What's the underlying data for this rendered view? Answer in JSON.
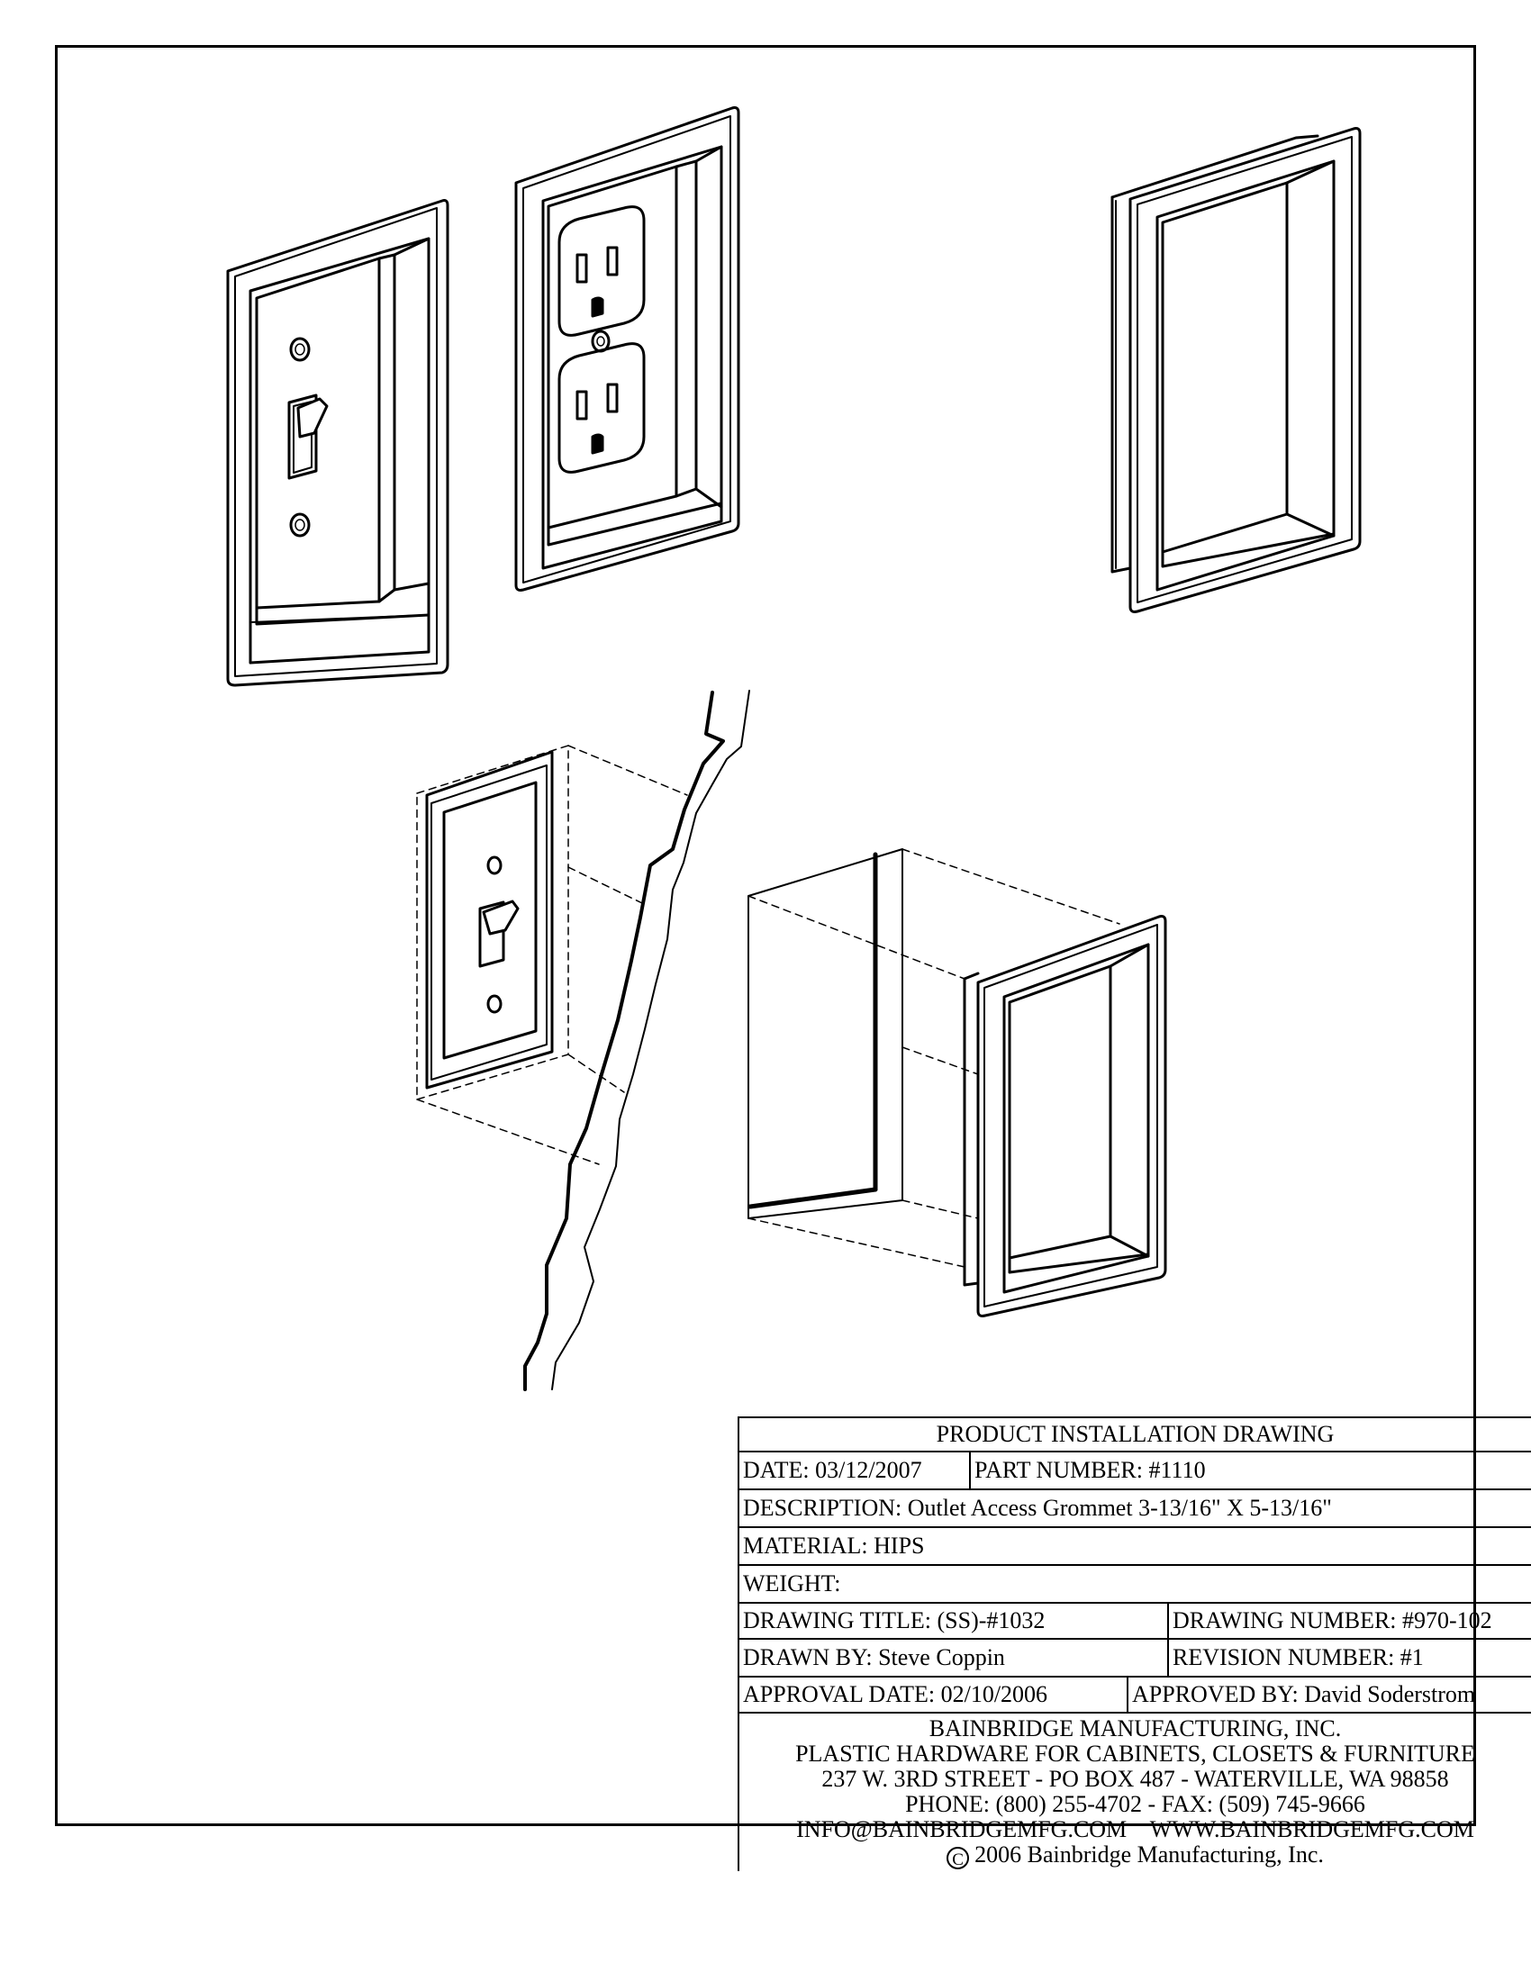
{
  "title_block": {
    "heading": "PRODUCT INSTALLATION DRAWING",
    "date": "DATE: 03/12/2007",
    "part_number": "PART NUMBER: #1110",
    "description": "DESCRIPTION: Outlet Access Grommet 3-13/16\" X 5-13/16\"",
    "material": "MATERIAL: HIPS",
    "weight": "WEIGHT:",
    "drawing_title": "DRAWING TITLE: (SS)-#1032",
    "drawing_number": "DRAWING NUMBER: #970-102",
    "drawn_by": "DRAWN BY: Steve Coppin",
    "revision_number": "REVISION NUMBER: #1",
    "approval_date": "APPROVAL DATE: 02/10/2006",
    "approved_by": "APPROVED BY: David Soderstrom"
  },
  "company": {
    "name": "BAINBRIDGE MANUFACTURING, INC.",
    "tagline": "PLASTIC HARDWARE FOR CABINETS, CLOSETS & FURNITURE",
    "address": "237 W. 3RD STREET - PO BOX 487 - WATERVILLE, WA 98858",
    "phone_fax": "PHONE: (800) 255-4702 - FAX: (509) 745-9666",
    "email_web": "INFO@BAINBRIDGEMFG.COM    WWW.BAINBRIDGEMFG.COM",
    "copyright_symbol": "C",
    "copyright": "2006 Bainbridge Manufacturing, Inc."
  }
}
